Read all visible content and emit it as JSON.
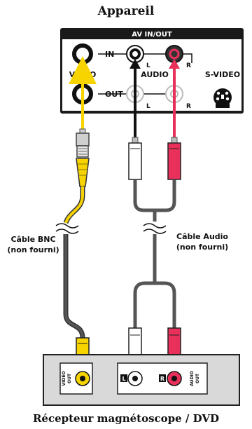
{
  "top_device": {
    "title": "Appareil",
    "panel_header": "AV IN/OUT",
    "labels": {
      "in": "IN",
      "out": "OUT",
      "video": "VIDEO",
      "audio": "AUDIO",
      "s_video": "S-VIDEO",
      "left_1": "L",
      "right_1": "R",
      "left_2": "L",
      "right_2": "R"
    }
  },
  "cables": {
    "bnc_label_line1": "Câble BNC",
    "bnc_label_line2": "(non fourni)",
    "audio_label_line1": "Câble Audio",
    "audio_label_line2": "(non fourni)"
  },
  "bottom_device": {
    "title": "Récepteur magnétoscope / DVD",
    "video_out_line1": "VIDEO",
    "video_out_line2": "OUT",
    "audio_out_line1": "AUDIO",
    "audio_out_line2": "OUT",
    "left_badge": "L",
    "right_badge": "R"
  },
  "colors": {
    "video_cable": "#f7d400",
    "audio_white": "#ffffff",
    "audio_red": "#e8305a",
    "cable_gray": "#555555",
    "panel_bg": "#1a1a1a",
    "device_bg": "#d9d9d9"
  }
}
